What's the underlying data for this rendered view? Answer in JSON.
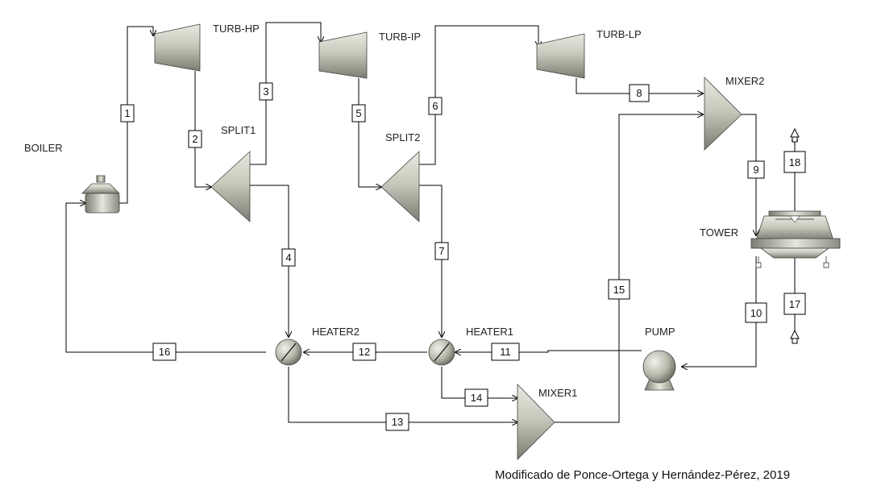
{
  "units": {
    "boiler": "BOILER",
    "turb_hp": "TURB-HP",
    "turb_ip": "TURB-IP",
    "turb_lp": "TURB-LP",
    "split1": "SPLIT1",
    "split2": "SPLIT2",
    "mixer1": "MIXER1",
    "mixer2": "MIXER2",
    "heater1": "HEATER1",
    "heater2": "HEATER2",
    "pump": "PUMP",
    "tower": "TOWER"
  },
  "streams": {
    "s1": "1",
    "s2": "2",
    "s3": "3",
    "s4": "4",
    "s5": "5",
    "s6": "6",
    "s7": "7",
    "s8": "8",
    "s9": "9",
    "s10": "10",
    "s11": "11",
    "s12": "12",
    "s13": "13",
    "s14": "14",
    "s15": "15",
    "s16": "16",
    "s17": "17",
    "s18": "18"
  },
  "caption": "Modificado de Ponce-Ortega y Hernández-Pérez, 2019"
}
